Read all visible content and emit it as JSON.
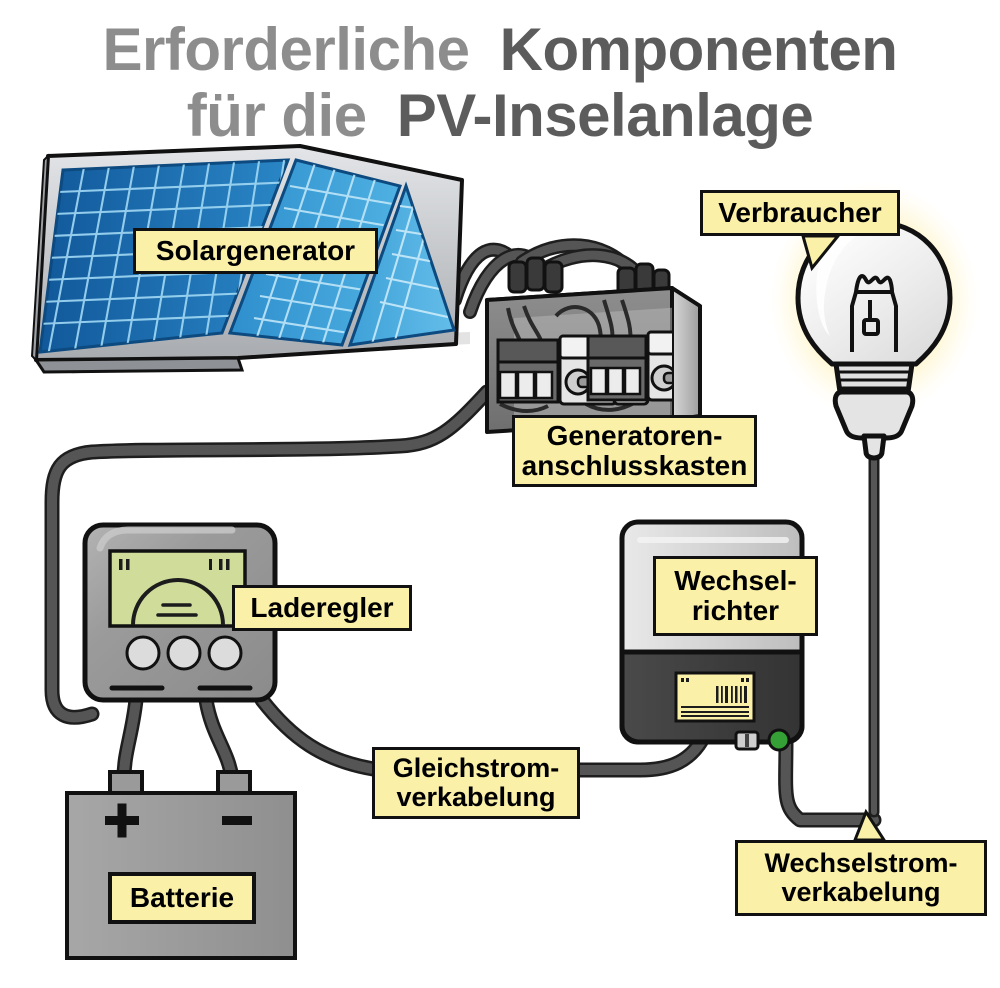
{
  "title": {
    "line1_light": "Erforderliche",
    "line1_dark": "Komponenten",
    "line2_light": "für die",
    "line2_dark": "PV-Inselanlage",
    "color_light": "#8d8d8d",
    "color_dark": "#5c5c5c"
  },
  "labels": {
    "solar_generator": "Solargenerator",
    "junction_box_line1": "Generatoren-",
    "junction_box_line2": "anschlusskasten",
    "consumer": "Verbraucher",
    "charge_controller": "Laderegler",
    "inverter_line1": "Wechsel-",
    "inverter_line2": "richter",
    "dc_wiring_line1": "Gleichstrom-",
    "dc_wiring_line2": "verkabelung",
    "ac_wiring_line1": "Wechselstrom-",
    "ac_wiring_line2": "verkabelung",
    "battery": "Batterie"
  },
  "battery": {
    "positive_terminal": "+",
    "negative_terminal": "–"
  },
  "colors": {
    "label_fill": "#faf0a8",
    "label_border": "#111111",
    "cable": "#4a4a4a",
    "panel_blue_dark": "#1464a5",
    "panel_blue_light": "#3fa3dc",
    "panel_frame": "#b9bcc0",
    "device_gray": "#9a9a9a",
    "device_dark_gray": "#3c3c3c",
    "lcd_green": "#cfdc9a",
    "bulb_glow": "#ffe680",
    "led_green": "#35a035"
  }
}
